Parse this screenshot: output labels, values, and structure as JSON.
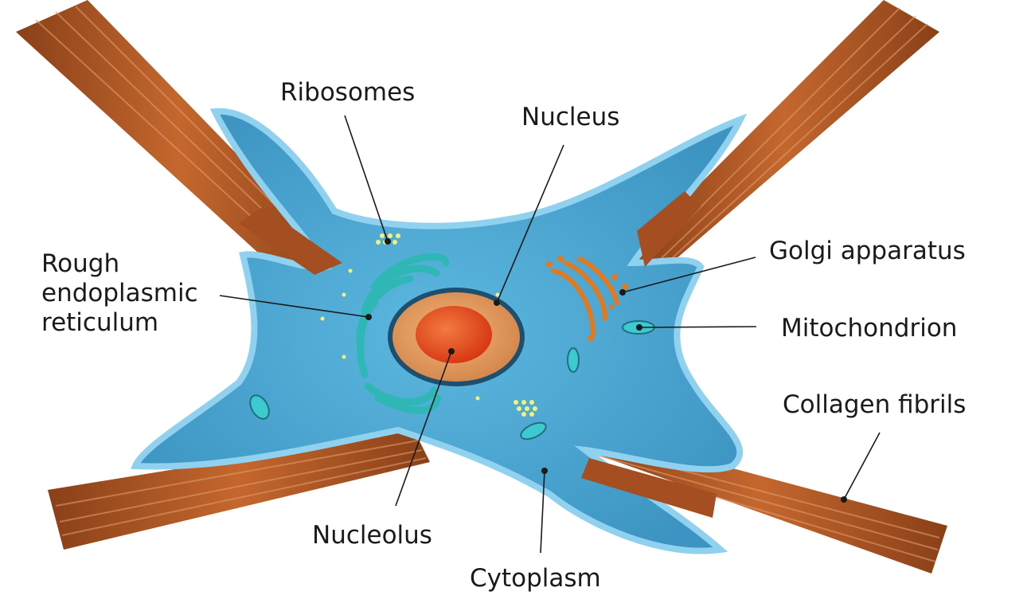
{
  "labels": {
    "ribosomes": "Ribosomes",
    "nucleus": "Nucleus",
    "rough_er_line1": "Rough",
    "rough_er_line2": "endoplasmic",
    "rough_er_line3": "reticulum",
    "golgi": "Golgi apparatus",
    "mitochondrion": "Mitochondrion",
    "collagen": "Collagen fibrils",
    "nucleolus": "Nucleolus",
    "cytoplasm": "Cytoplasm"
  },
  "colors": {
    "cell_fill": "#4aa6d0",
    "cell_edge": "#8fd1ee",
    "fibril": "#b25a28",
    "fibril_dark": "#8a4018",
    "nucleus_outer": "#e6a46a",
    "nucleolus": "#e2401a",
    "er": "#2fb7b6",
    "golgi": "#e07a22",
    "mito": "#3ec8cf",
    "ribosome": "#f4f07a"
  }
}
